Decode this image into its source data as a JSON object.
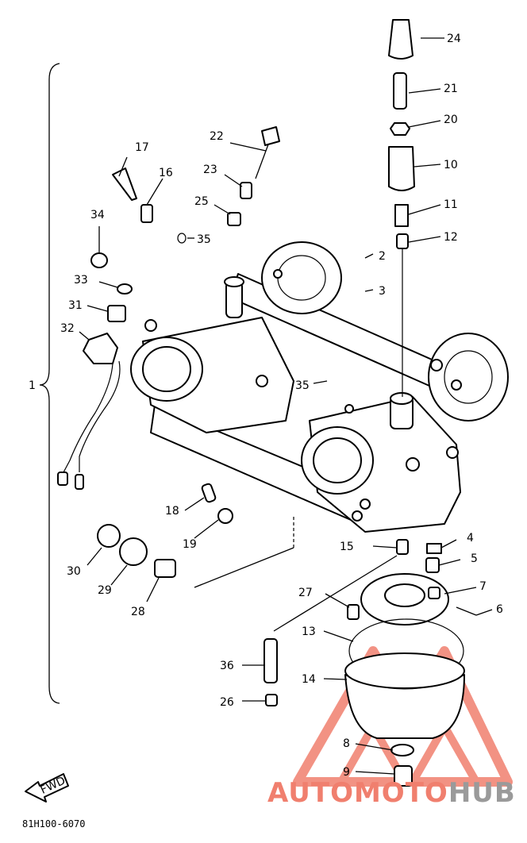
{
  "diagram": {
    "diagram_code": "81H100-6070",
    "fwd_label": "FWD",
    "assembly_label": "1",
    "callouts": {
      "c1": "1",
      "c2": "2",
      "c3": "3",
      "c4": "4",
      "c5": "5",
      "c6": "6",
      "c7": "7",
      "c8": "8",
      "c9": "9",
      "c10": "10",
      "c11": "11",
      "c12": "12",
      "c13": "13",
      "c14": "14",
      "c15": "15",
      "c16": "16",
      "c17": "17",
      "c18": "18",
      "c19": "19",
      "c20": "20",
      "c21": "21",
      "c22": "22",
      "c23": "23",
      "c24": "24",
      "c25": "25",
      "c26": "26",
      "c27": "27",
      "c28": "28",
      "c29": "29",
      "c30": "30",
      "c31": "31",
      "c32": "32",
      "c33": "33",
      "c34": "34",
      "c35a": "35",
      "c35b": "35",
      "c36": "36"
    }
  },
  "watermark": {
    "brand_part1": "AUTOMOTO",
    "brand_part2": "HUB",
    "color_primary": "#f07f6e",
    "color_secondary": "#9a9a9a"
  }
}
